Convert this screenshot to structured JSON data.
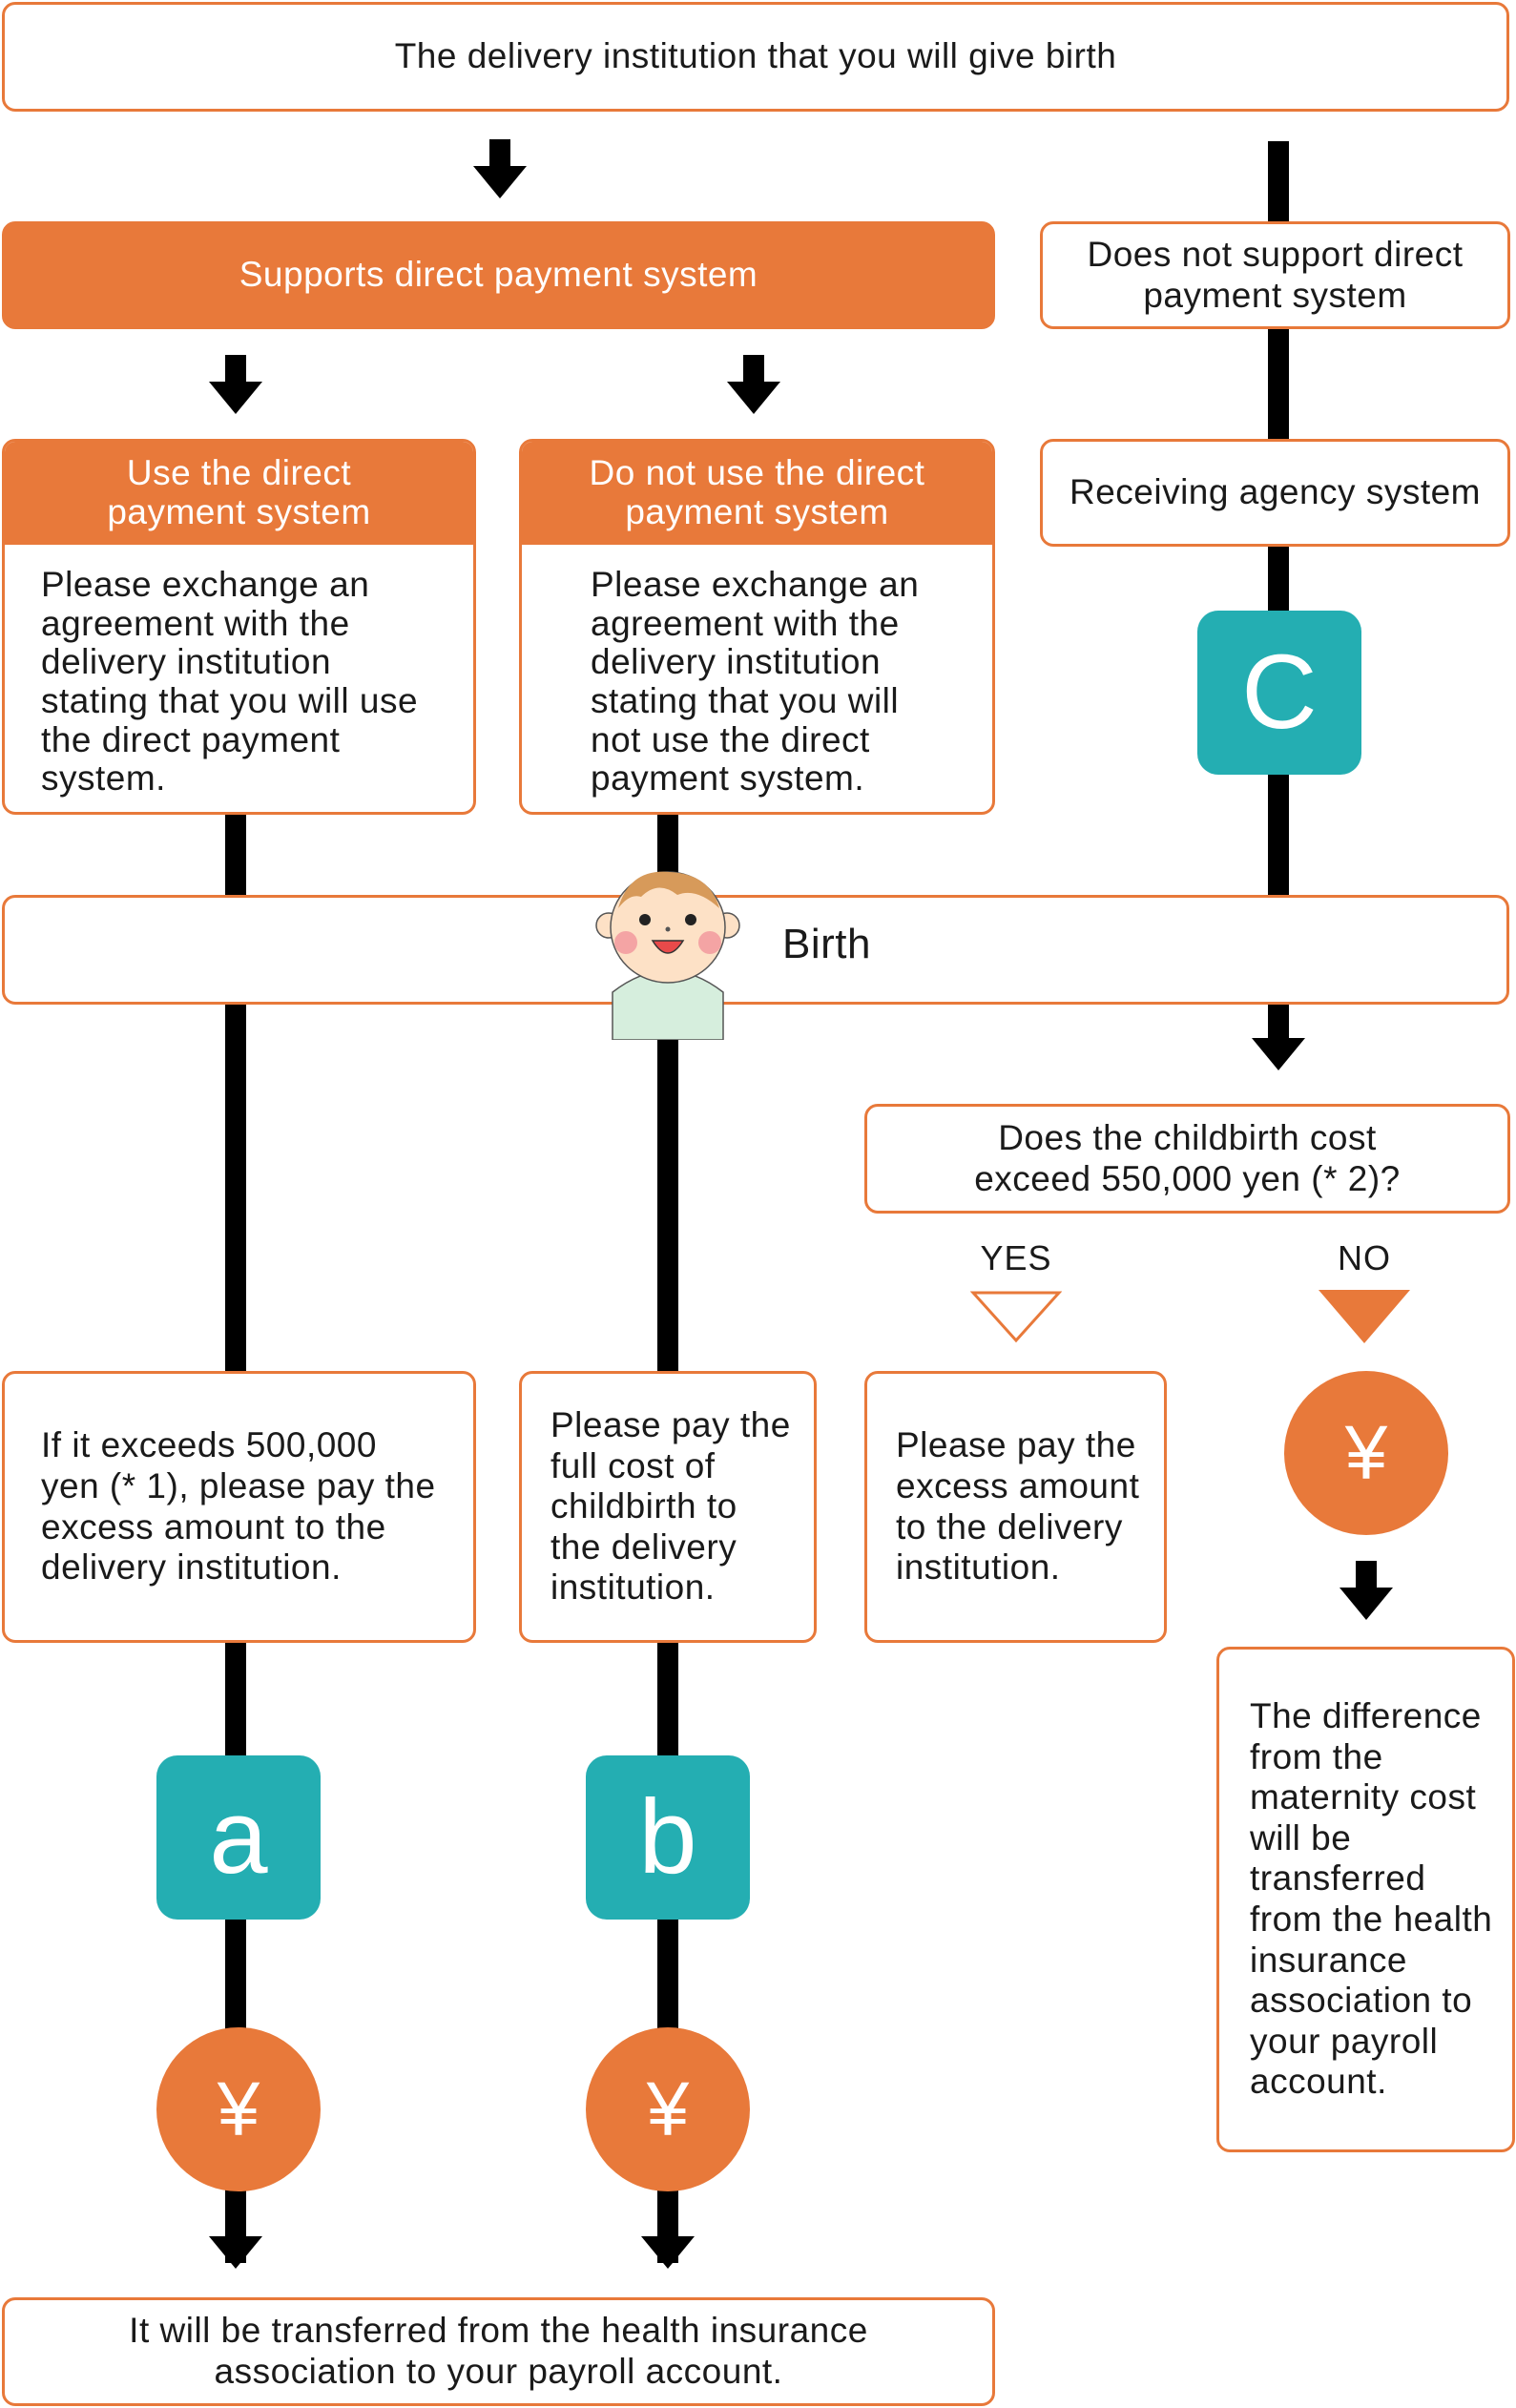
{
  "colors": {
    "accent": "#e8793a",
    "teal": "#24aeb2",
    "line": "#000000"
  },
  "top_box": "The delivery institution that you will give birth",
  "supports_direct": "Supports direct payment system",
  "not_support_direct": "Does not support direct payment system",
  "use_direct": {
    "title": "Use the direct payment system",
    "body": "Please exchange an agreement with the delivery institution stating that you will use the direct payment system."
  },
  "not_use_direct": {
    "title": "Do not use the direct payment system",
    "body": "Please exchange an agreement with the delivery institution stating that you will not use the direct payment system."
  },
  "receiving_agency": "Receiving agency system",
  "badge_c": "C",
  "birth": "Birth",
  "question": "Does the childbirth cost exceed 550,000 yen (* 2)?",
  "yes_label": "YES",
  "no_label": "NO",
  "box_a": "If it exceeds 500,000 yen (* 1), please pay the excess amount to the delivery institution.",
  "box_b": "Please pay the full cost of childbirth to the delivery institution.",
  "box_yes": "Please pay the excess amount to the delivery institution.",
  "box_no": "The difference from the maternity cost will be transferred from the health insurance association to your payroll account.",
  "badge_a": "a",
  "badge_b": "b",
  "yen_symbol": "¥",
  "bottom_box": "It will be transferred from the health insurance association to your payroll account.",
  "icons": [
    "down-arrow-icon",
    "baby-icon",
    "yen-icon",
    "triangle-outline-icon",
    "triangle-filled-icon"
  ]
}
